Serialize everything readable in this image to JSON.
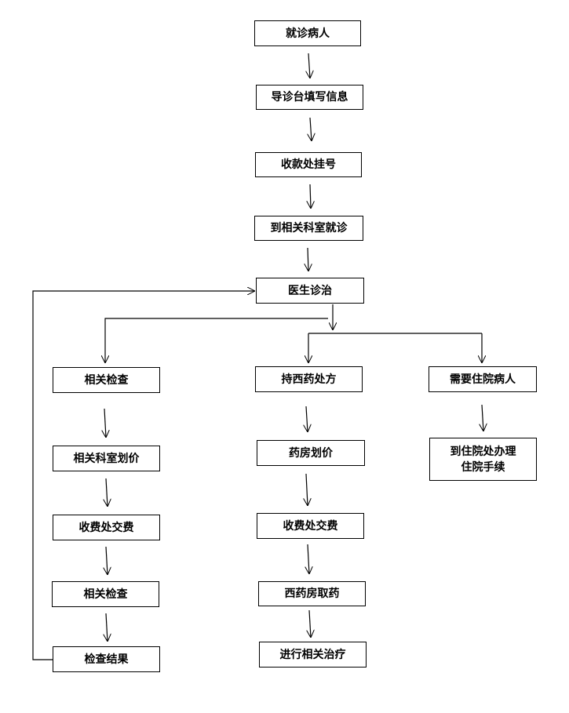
{
  "flow": {
    "patient": "就诊病人",
    "guide_desk": "导诊台填写信息",
    "cashier_register": "收款处挂号",
    "visit_dept": "到相关科室就诊",
    "doctor": "医生诊治",
    "exam_a": "相关检查",
    "dept_pricing": "相关科室划价",
    "cashier_pay_a": "收费处交费",
    "exam_b": "相关检查",
    "exam_result": "检查结果",
    "prescription": "持西药处方",
    "pharmacy_pricing": "药房划价",
    "cashier_pay_b": "收费处交费",
    "pharmacy_pickup": "西药房取药",
    "treatment": "进行相关治疗",
    "inpatient": "需要住院病人",
    "admission": "到住院处办理\n住院手续"
  },
  "colors": {
    "line": "#000000",
    "box_border": "#000000",
    "background": "#ffffff"
  }
}
